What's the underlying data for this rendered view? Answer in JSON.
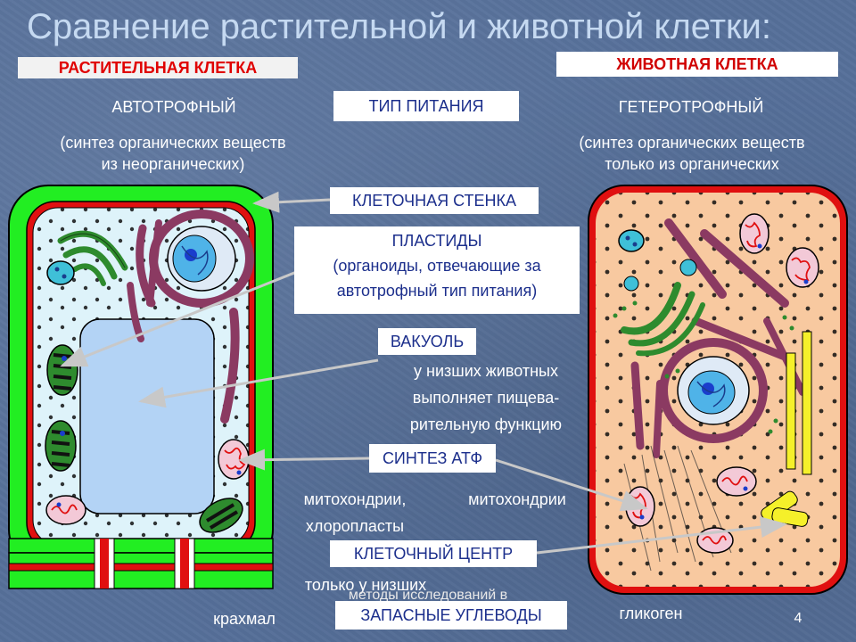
{
  "title": "Сравнение растительной и животной клетки:",
  "plant_header": "РАСТИТЕЛЬНАЯ КЛЕТКА",
  "animal_header": "ЖИВОТНАЯ КЛЕТКА",
  "nutrition": {
    "label": "ТИП ПИТАНИЯ",
    "plant_type": "АВТОТРОФНЫЙ",
    "plant_line1": "(синтез органических веществ",
    "plant_line2": "из неорганических)",
    "animal_type": "ГЕТЕРОТРОФНЫЙ",
    "animal_line1": "(синтез органических веществ",
    "animal_line2": "только из органических"
  },
  "cell_wall": "КЛЕТОЧНАЯ СТЕНКА",
  "plastids": {
    "title": "ПЛАСТИДЫ",
    "line1": "(органоиды, отвечающие за",
    "line2": "автотрофный тип питания)"
  },
  "vacuole": {
    "label": "ВАКУОЛЬ",
    "line1": "у низших животных",
    "line2": "выполняет пищева-",
    "line3": "рительную функцию"
  },
  "atp": {
    "label": "СИНТЕЗ АТФ",
    "plant_line1": "митохондрии,",
    "plant_line2": "хлоропласты",
    "animal": "митохондрии"
  },
  "cell_center": {
    "label": "КЛЕТОЧНЫЙ ЦЕНТР",
    "note": "только у низших"
  },
  "footer_overlap": "методы исследований в",
  "carbs": {
    "label": "ЗАПАСНЫЕ УГЛЕВОДЫ",
    "plant": "крахмал",
    "animal": "гликоген"
  },
  "page_number": "4",
  "colors": {
    "title": "#c5d9f1",
    "label_text": "#1c2f8c",
    "header_red": "#d00000",
    "plant_wall": "#22ee22",
    "membrane": "#e01010",
    "plant_cytoplasm": "#def3fa",
    "vacuole": "#b3d3f5",
    "animal_cytoplasm": "#f8c9a0",
    "er": "#8b3a62",
    "golgi": "#2e8b2e"
  }
}
